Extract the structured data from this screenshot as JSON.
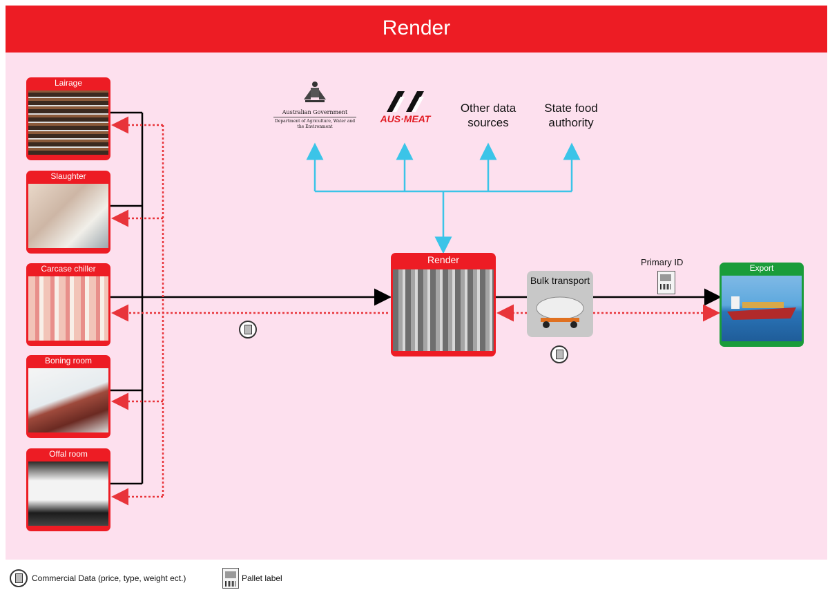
{
  "header": {
    "title": "Render"
  },
  "stages": {
    "lairage": "Lairage",
    "slaughter": "Slaughter",
    "carcase_chiller": "Carcase chiller",
    "boning_room": "Boning room",
    "offal_room": "Offal room"
  },
  "agencies": {
    "gov_line1": "Australian Government",
    "gov_line2": "Department of Agriculture, Water and the Environment",
    "ausmeat": "AUS·MEAT",
    "other_data": "Other data sources",
    "state_food": "State food authority"
  },
  "render": {
    "title": "Render"
  },
  "bulk_transport": {
    "label": "Bulk transport"
  },
  "primary_id": {
    "label": "Primary ID"
  },
  "export": {
    "title": "Export"
  },
  "legend": {
    "commercial": "Commercial Data (price, type, weight ect.)",
    "pallet": "Pallet label"
  },
  "colors": {
    "red": "#ed1c24",
    "green": "#1a9c3a",
    "pink": "#fde0ee",
    "cyan": "#3bc4e8",
    "dotted_red": "#e8343a"
  }
}
